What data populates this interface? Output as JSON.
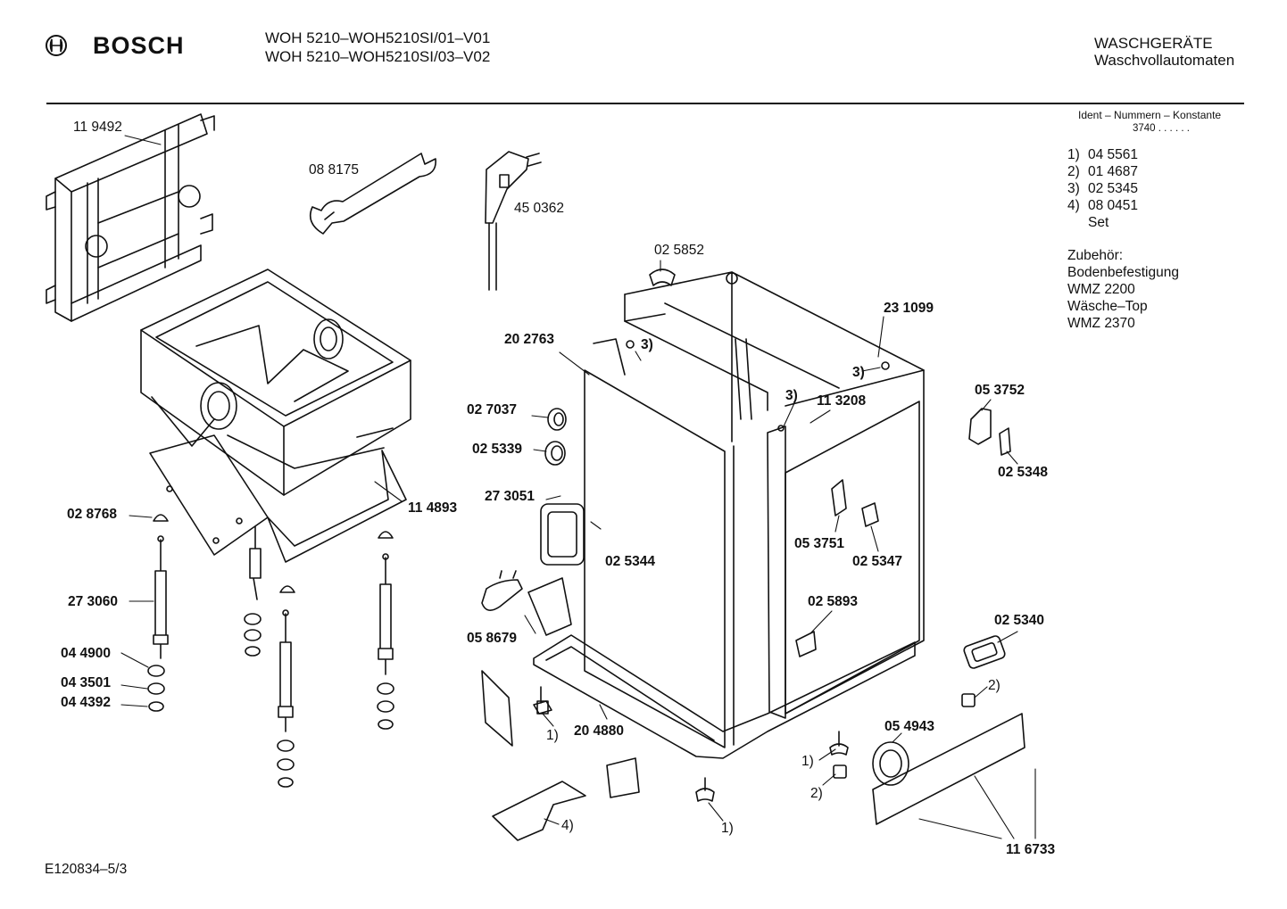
{
  "header": {
    "brand": "BOSCH",
    "model_line_1": "WOH 5210–WOH5210SI/01–V01",
    "model_line_2": "WOH 5210–WOH5210SI/03–V02",
    "category_line_1": "WASCHGERÄTE",
    "category_line_2": "Waschvollautomaten"
  },
  "sidebar": {
    "ident_heading": "Ident – Nummern – Konstante",
    "ident_value": "3740 . . . . . .",
    "refs": [
      {
        "num": "1)",
        "code": "04 5561"
      },
      {
        "num": "2)",
        "code": "01 4687"
      },
      {
        "num": "3)",
        "code": "02 5345"
      },
      {
        "num": "4)",
        "code": "08 0451"
      }
    ],
    "ref_set": "Set",
    "accessories": [
      "Zubehör:",
      "Bodenbefestigung",
      "WMZ 2200",
      "Wäsche–Top",
      "WMZ 2370"
    ]
  },
  "labels": {
    "p119492": "11 9492",
    "p088175": "08 8175",
    "p450362": "45 0362",
    "p025852": "02 5852",
    "p231099": "23 1099",
    "p202763": "20 2763",
    "r3a": "3)",
    "r3b": "3)",
    "r3c": "3)",
    "p113208": "11 3208",
    "p053752": "05 3752",
    "p027037": "02 7037",
    "p025339": "02 5339",
    "p025348": "02 5348",
    "p273051": "27 3051",
    "p028768": "02 8768",
    "p114893": "11 4893",
    "p053751": "05 3751",
    "p025347": "02 5347",
    "p025344": "02 5344",
    "p273060": "27 3060",
    "p025893": "02 5893",
    "p025340": "02 5340",
    "p058679": "05 8679",
    "p044900": "04 4900",
    "p043501": "04 3501",
    "p044392": "04 4392",
    "r2a": "2)",
    "r1a": "1)",
    "p204880": "20 4880",
    "p054943": "05 4943",
    "r1b": "1)",
    "r2b": "2)",
    "r4": "4)",
    "r1c": "1)",
    "p116733": "11 6733"
  },
  "footer": {
    "drawing_id": "E120834–5/3"
  }
}
